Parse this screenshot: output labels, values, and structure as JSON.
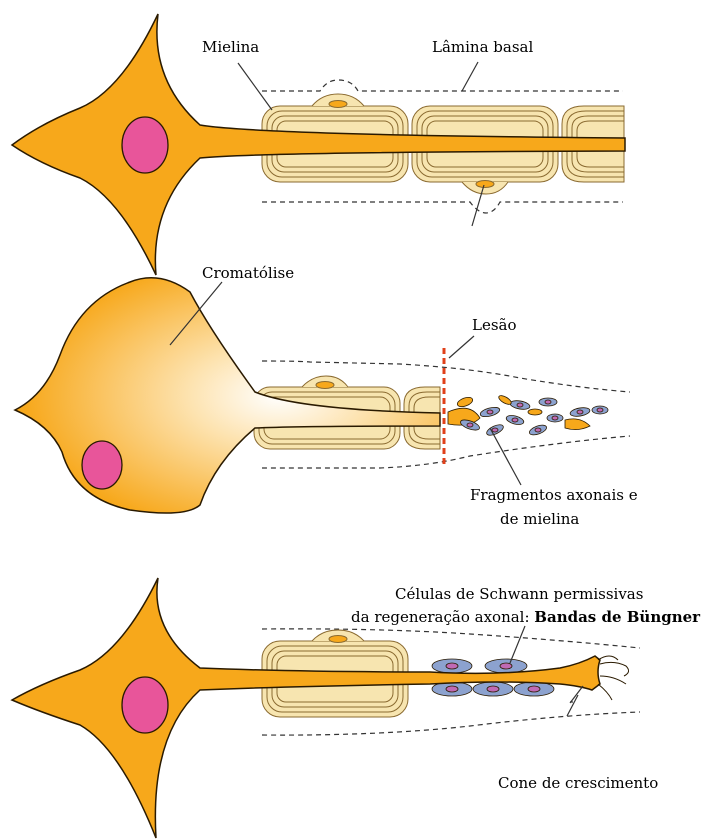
{
  "labels": {
    "mielina": "Mielina",
    "lamina_basal": "Lâmina basal",
    "cromatolise": "Cromatólise",
    "lesao": "Lesão",
    "fragmentos_1": "Fragmentos axonais e",
    "fragmentos_2": "de mielina",
    "schwann_1": "Células de Schwann permissivas",
    "schwann_2_prefix": "da regeneração axonal: ",
    "schwann_2_bold": "Bandas de Büngner",
    "cone": "Cone de crescimento"
  },
  "colors": {
    "neuron": "#f7a81b",
    "neuron_dark": "#e8900a",
    "nucleus": "#e8559a",
    "myelin": "#f7e5b0",
    "myelin_line": "#8a6a30",
    "lesion": "#e0401a",
    "schwann_outer": "#8ca2cf",
    "schwann_inner": "#c06ab4"
  }
}
